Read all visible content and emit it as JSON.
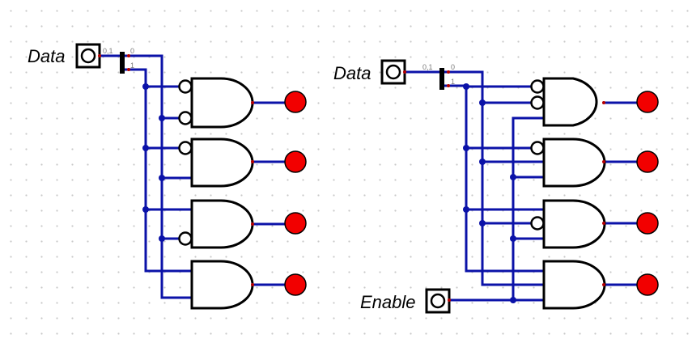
{
  "circuits": [
    {
      "id": "decoder",
      "input_label": "Data",
      "splitter_labels": {
        "bus": "0,1",
        "bit0": "0",
        "bit1": "1"
      },
      "outputs": 4
    },
    {
      "id": "decoder-with-enable",
      "input_label": "Data",
      "enable_label": "Enable",
      "splitter_labels": {
        "bus": "0,1",
        "bit0": "0",
        "bit1": "1"
      },
      "outputs": 4
    }
  ],
  "colors": {
    "wire": "#0b12a8",
    "led": "#f20000",
    "gate": "#000000",
    "grid_dot": "#c8c8c8"
  }
}
